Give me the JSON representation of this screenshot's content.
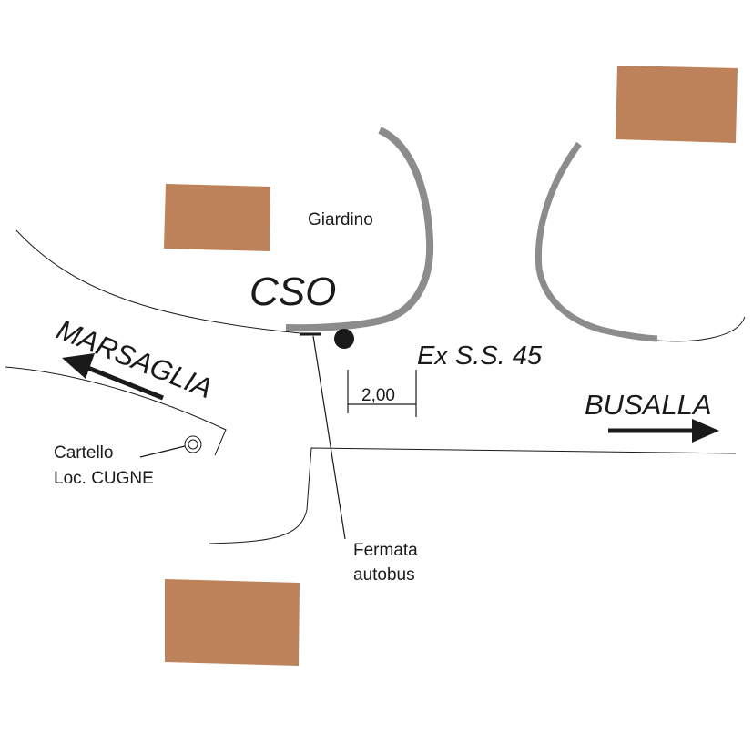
{
  "labels": {
    "garden": "Giardino",
    "cso": "CSO",
    "road": "Ex S.S. 45",
    "marsaglia": "MARSAGLIA",
    "busalla": "BUSALLA",
    "width": "2,00",
    "sign_line1": "Cartello",
    "sign_line2": "Loc. CUGNE",
    "bus_line1": "Fermata",
    "bus_line2": "autobus"
  },
  "colors": {
    "building": "#bd825a",
    "wall": "#8c8c8c",
    "ink": "#1a1a1a",
    "background": "#ffffff"
  },
  "icons": {
    "marsaglia_arrow": "arrow-left-icon",
    "busalla_arrow": "arrow-right-icon",
    "cso_marker": "filled-circle-icon",
    "sign_marker": "double-circle-icon"
  }
}
